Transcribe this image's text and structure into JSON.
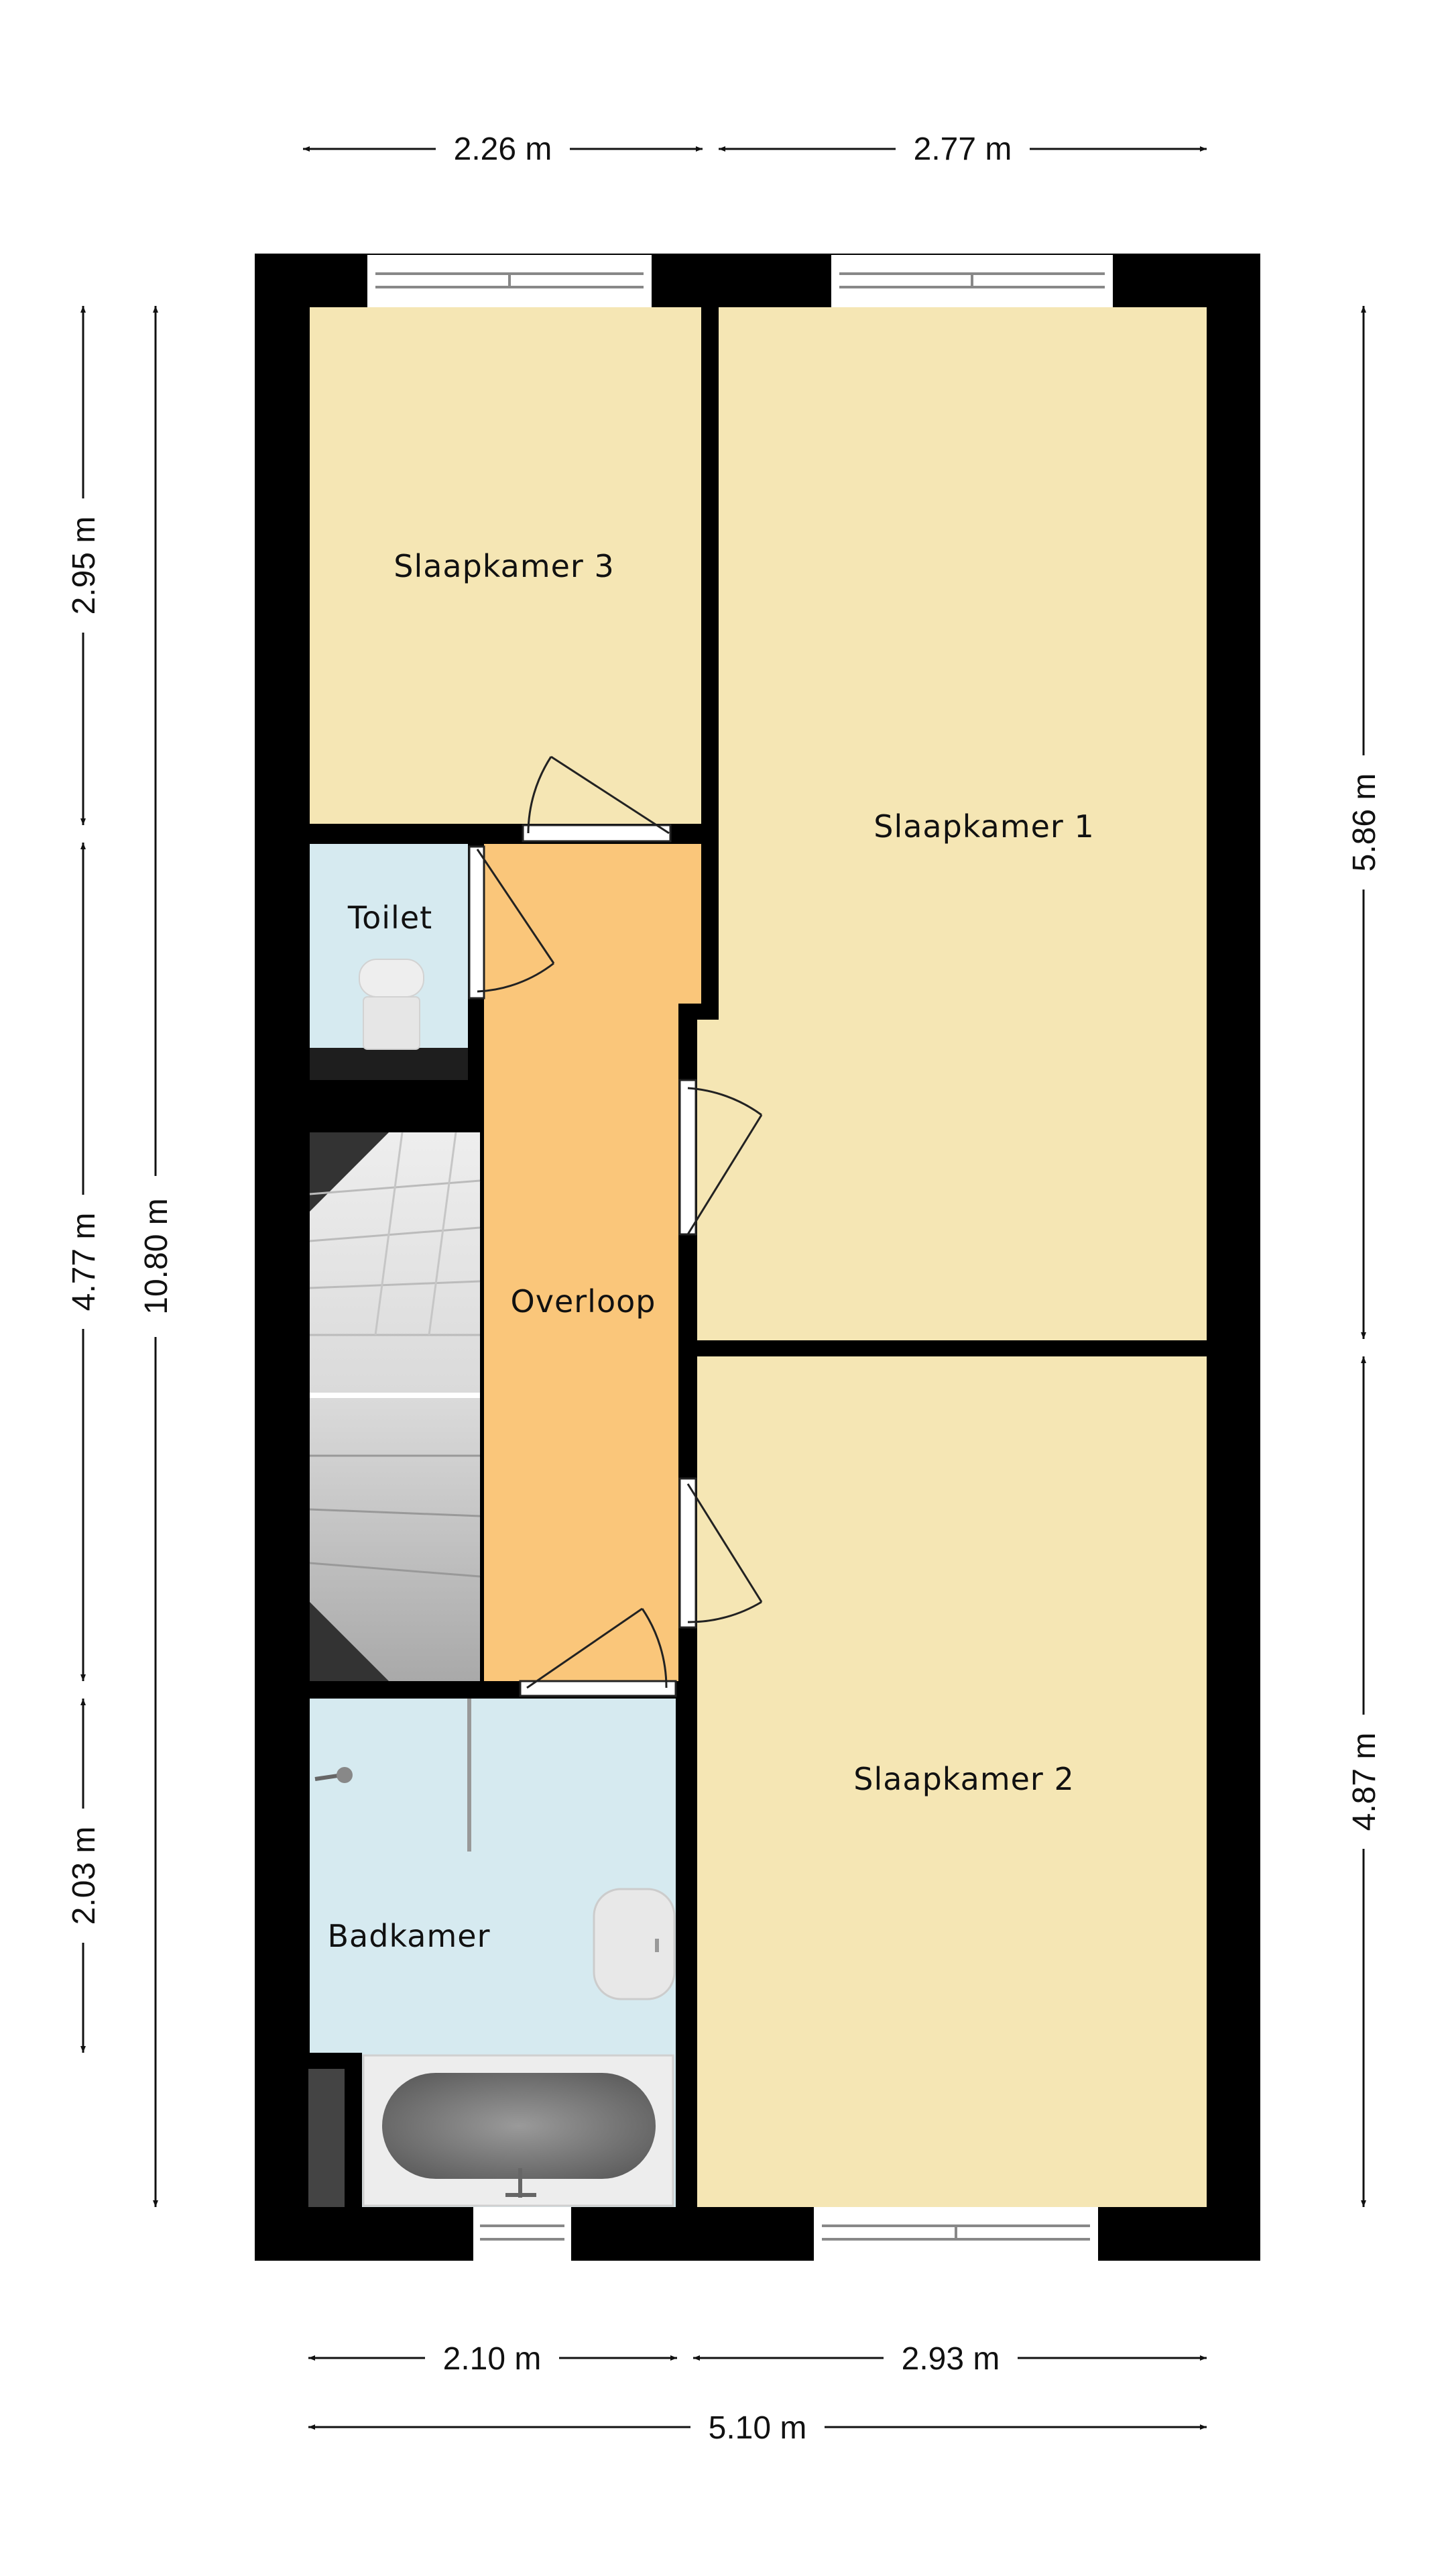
{
  "rooms": {
    "slaapkamer3": "Slaapkamer 3",
    "slaapkamer1": "Slaapkamer 1",
    "slaapkamer2": "Slaapkamer 2",
    "toilet": "Toilet",
    "overloop": "Overloop",
    "badkamer": "Badkamer"
  },
  "dimensions": {
    "top_left": "2.26 m",
    "top_right": "2.77 m",
    "left_1": "2.95 m",
    "left_2": "4.77 m",
    "left_3": "2.03 m",
    "left_total": "10.80 m",
    "right_1": "5.86 m",
    "right_2": "4.87 m",
    "bottom_left": "2.10 m",
    "bottom_right": "2.93 m",
    "bottom_total": "5.10 m"
  },
  "colors": {
    "wall": "#000000",
    "bedroom": "#F5E6B4",
    "landing": "#FAC67A",
    "wet_room": "#D6EAF0",
    "stairs": "#C8C8C8"
  }
}
